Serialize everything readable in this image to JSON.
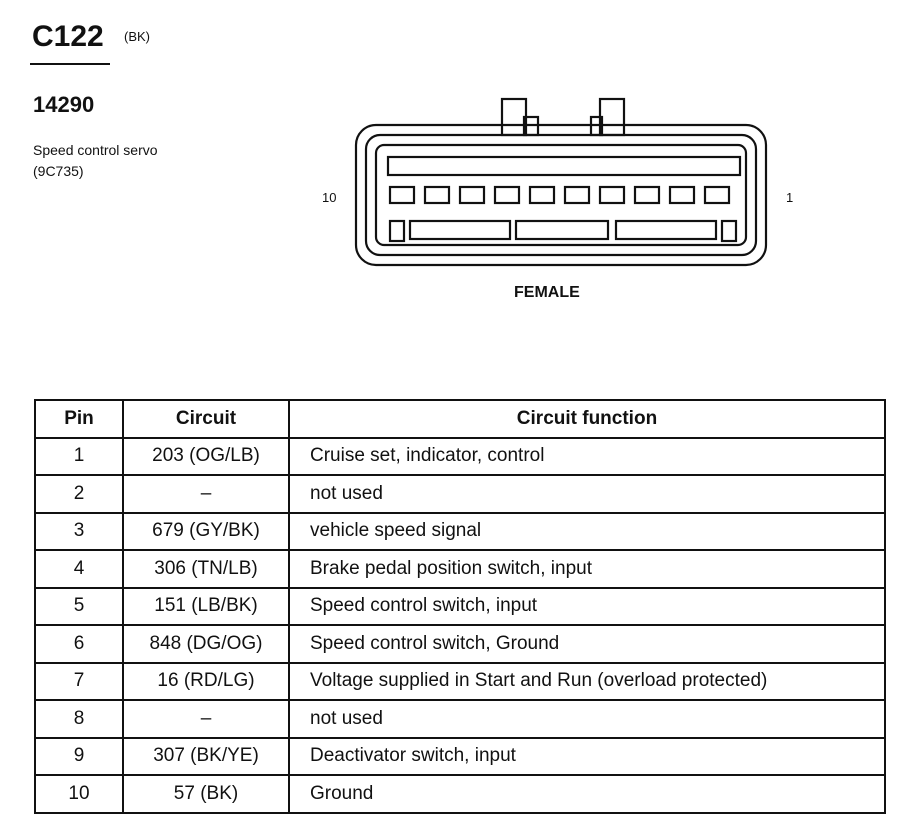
{
  "connector": {
    "id": "C122",
    "color": "(BK)",
    "part_number": "14290",
    "description_line1": "Speed control servo",
    "description_line2": "(9C735)",
    "pin_left": "10",
    "pin_right": "1",
    "gender": "FEMALE"
  },
  "table": {
    "headers": [
      "Pin",
      "Circuit",
      "Circuit function"
    ],
    "rows": [
      {
        "pin": "1",
        "circuit": "203 (OG/LB)",
        "function": "Cruise set, indicator, control"
      },
      {
        "pin": "2",
        "circuit": "–",
        "function": "not used"
      },
      {
        "pin": "3",
        "circuit": "679 (GY/BK)",
        "function": "vehicle speed signal"
      },
      {
        "pin": "4",
        "circuit": "306 (TN/LB)",
        "function": "Brake pedal position switch, input"
      },
      {
        "pin": "5",
        "circuit": "151 (LB/BK)",
        "function": "Speed control switch, input"
      },
      {
        "pin": "6",
        "circuit": "848 (DG/OG)",
        "function": "Speed control switch, Ground"
      },
      {
        "pin": "7",
        "circuit": "16 (RD/LG)",
        "function": "Voltage supplied in Start and Run (overload protected)"
      },
      {
        "pin": "8",
        "circuit": "–",
        "function": "not used"
      },
      {
        "pin": "9",
        "circuit": "307 (BK/YE)",
        "function": "Deactivator switch, input"
      },
      {
        "pin": "10",
        "circuit": "57 (BK)",
        "function": "Ground"
      }
    ]
  }
}
